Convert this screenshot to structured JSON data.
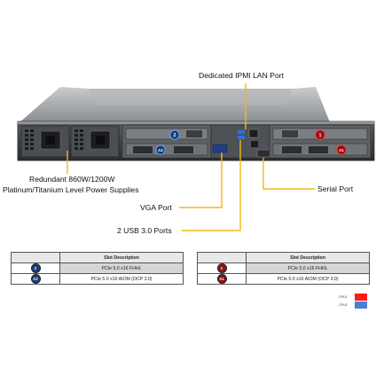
{
  "callouts": {
    "ipmi": "Dedicated IPMI  LAN Port",
    "psu_line1": "Redundant  860W/1200W",
    "psu_line2": "Platinum/Titanium  Level Power Supplies",
    "vga": "VGA Port",
    "usb": "2 USB 3.0 Ports",
    "serial": "Serial Port"
  },
  "server_badges": {
    "left_top": "2",
    "left_bottom": "A2",
    "right_top": "1",
    "right_bottom": "A1"
  },
  "tables": [
    {
      "header": "Slot Description",
      "rows": [
        {
          "badge": "2",
          "desc": "PCIe 5.0 x16 FHHL"
        },
        {
          "badge": "A2",
          "desc": "PCIe 5.0 x16 AIOM (OCP 3.0)"
        }
      ]
    },
    {
      "header": "Slot Description",
      "rows": [
        {
          "badge": "1",
          "desc": "PCIe 5.0 x16 FHHL"
        },
        {
          "badge": "A1",
          "desc": "PCIe 5.0 x16 AIOM (OCP 3.0)"
        }
      ]
    }
  ],
  "legend": [
    {
      "label": "CPU1",
      "color": "#ff1a1a"
    },
    {
      "label": "CPU2",
      "color": "#4a7fd4"
    }
  ],
  "colors": {
    "callout_line": "#f2b817",
    "chassis_dark": "#3b3d40",
    "chassis_mid": "#6c6f73",
    "chassis_light": "#a9acb0"
  }
}
